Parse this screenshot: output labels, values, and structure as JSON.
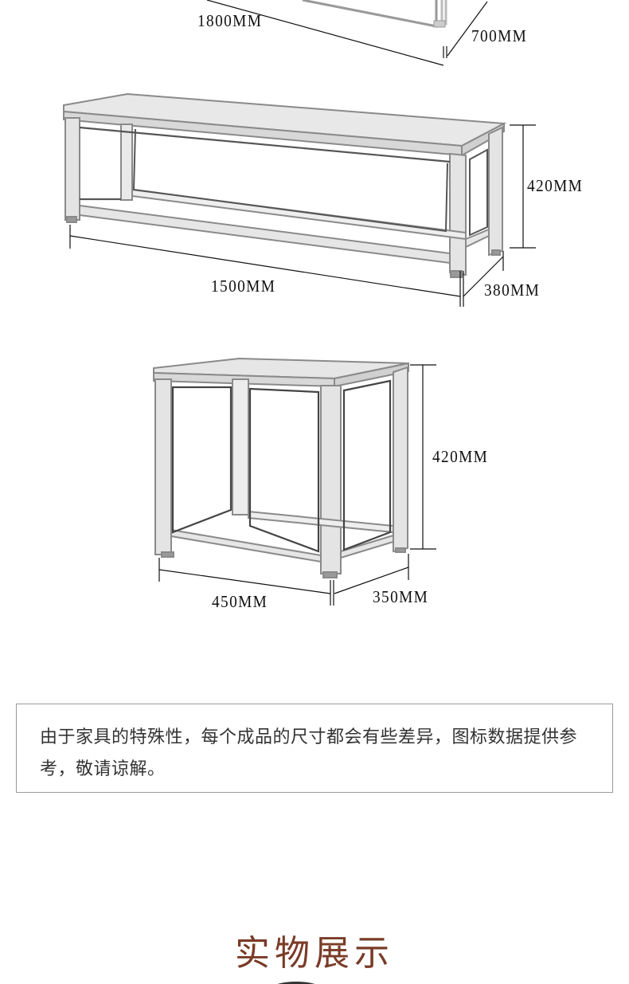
{
  "dimensions": {
    "table": {
      "length": "1800MM",
      "depth": "700MM"
    },
    "bench": {
      "length": "1500MM",
      "depth": "380MM",
      "height": "420MM"
    },
    "stool": {
      "length": "450MM",
      "depth": "350MM",
      "height": "420MM"
    }
  },
  "note": "由于家具的特殊性，每个成品的尺寸都会有些差异，图标数据提供参考，敬请谅解。",
  "section_title": "实物展示",
  "colors": {
    "title": "#7a3b27",
    "sketch": "#8a8a8a",
    "border": "#9a9a9a"
  }
}
